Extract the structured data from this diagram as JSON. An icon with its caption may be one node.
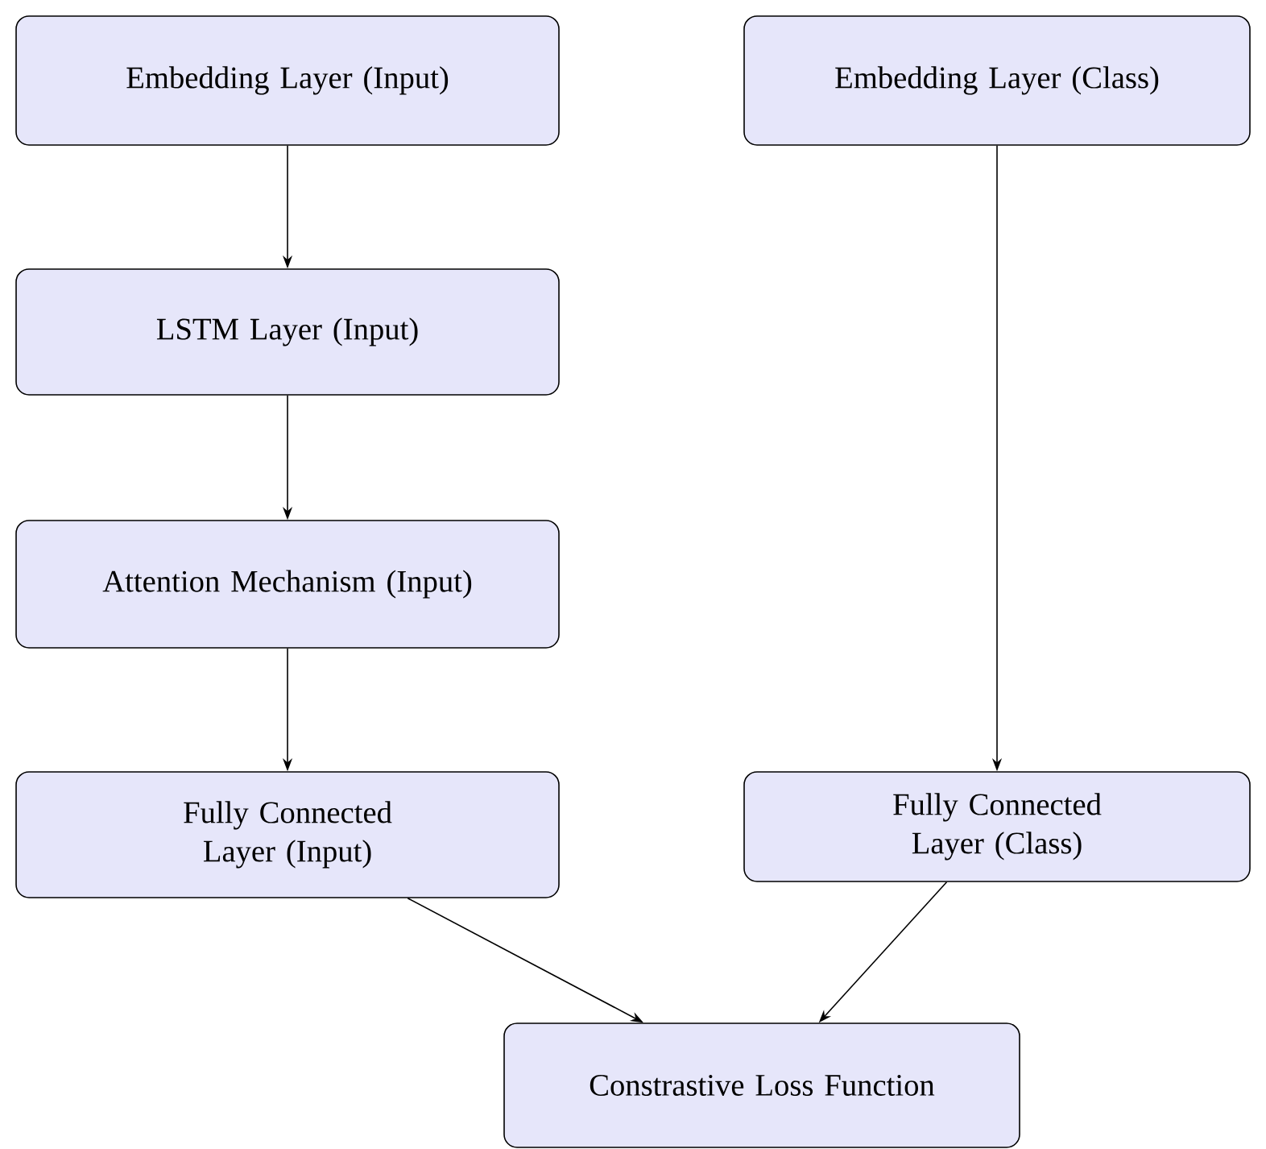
{
  "diagram": {
    "nodes": [
      {
        "text": [
          "Embedding Layer (Input)"
        ]
      },
      {
        "text": [
          "Embedding Layer (Class)"
        ]
      },
      {
        "text": [
          "LSTM Layer (Input)"
        ]
      },
      {
        "text": [
          "Attention Mechanism (Input)"
        ]
      },
      {
        "text": [
          "Fully Connected Layer (Input)"
        ]
      },
      {
        "text": [
          "Fully Connected Layer (Class)"
        ]
      },
      {
        "text": [
          "Constrastive Loss Function"
        ]
      }
    ],
    "edges": [
      {
        "from": 0,
        "to": 2,
        "arrow": "to"
      },
      {
        "from": 2,
        "to": 3,
        "arrow": "to"
      },
      {
        "from": 3,
        "to": 4,
        "arrow": "to"
      },
      {
        "from": 1,
        "to": 5,
        "arrow": "to"
      },
      {
        "from": 4,
        "to": 6,
        "arrow": "to"
      },
      {
        "from": 5,
        "to": 6,
        "arrow": "to"
      }
    ]
  }
}
